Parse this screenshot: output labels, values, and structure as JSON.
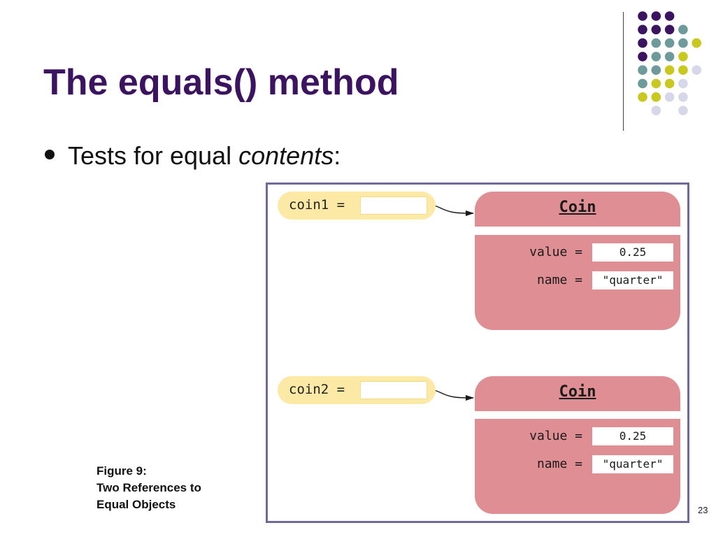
{
  "slide": {
    "title": "The equals() method",
    "bullet": {
      "text_before": "Tests for equal ",
      "text_emphasis": "contents",
      "text_after": ":"
    },
    "caption": {
      "line1": "Figure 9:",
      "line2": "Two References to",
      "line3": "Equal Objects"
    },
    "page_number": "23"
  },
  "diagram": {
    "references": [
      {
        "label": "coin1 ="
      },
      {
        "label": "coin2 ="
      }
    ],
    "objects": [
      {
        "class_name": "Coin",
        "fields": [
          {
            "label": "value =",
            "value": "0.25"
          },
          {
            "label": "name =",
            "value": "\"quarter\""
          }
        ]
      },
      {
        "class_name": "Coin",
        "fields": [
          {
            "label": "value =",
            "value": "0.25"
          },
          {
            "label": "name =",
            "value": "\"quarter\""
          }
        ]
      }
    ]
  },
  "colors": {
    "title": "#3b1361",
    "figure_border": "#6e6a9a",
    "reference_fill": "#fde9a6",
    "object_fill": "#df8f94",
    "dot_purple": "#3b1361",
    "dot_teal": "#6d9a9a",
    "dot_yellow": "#c8c81e",
    "dot_lavender": "#d7d7ea"
  },
  "decoration": {
    "dot_grid": [
      [
        "purple",
        "purple",
        "purple",
        null,
        null
      ],
      [
        "purple",
        "purple",
        "purple",
        "teal",
        null
      ],
      [
        "purple",
        "teal",
        "teal",
        "teal",
        "yellow"
      ],
      [
        "purple",
        "teal",
        "teal",
        "yellow",
        null
      ],
      [
        "teal",
        "teal",
        "yellow",
        "yellow",
        "lavender"
      ],
      [
        "teal",
        "yellow",
        "yellow",
        "lavender",
        null
      ],
      [
        "yellow",
        "yellow",
        "lavender",
        "lavender",
        null
      ],
      [
        null,
        "lavender",
        null,
        "lavender",
        null
      ]
    ]
  }
}
